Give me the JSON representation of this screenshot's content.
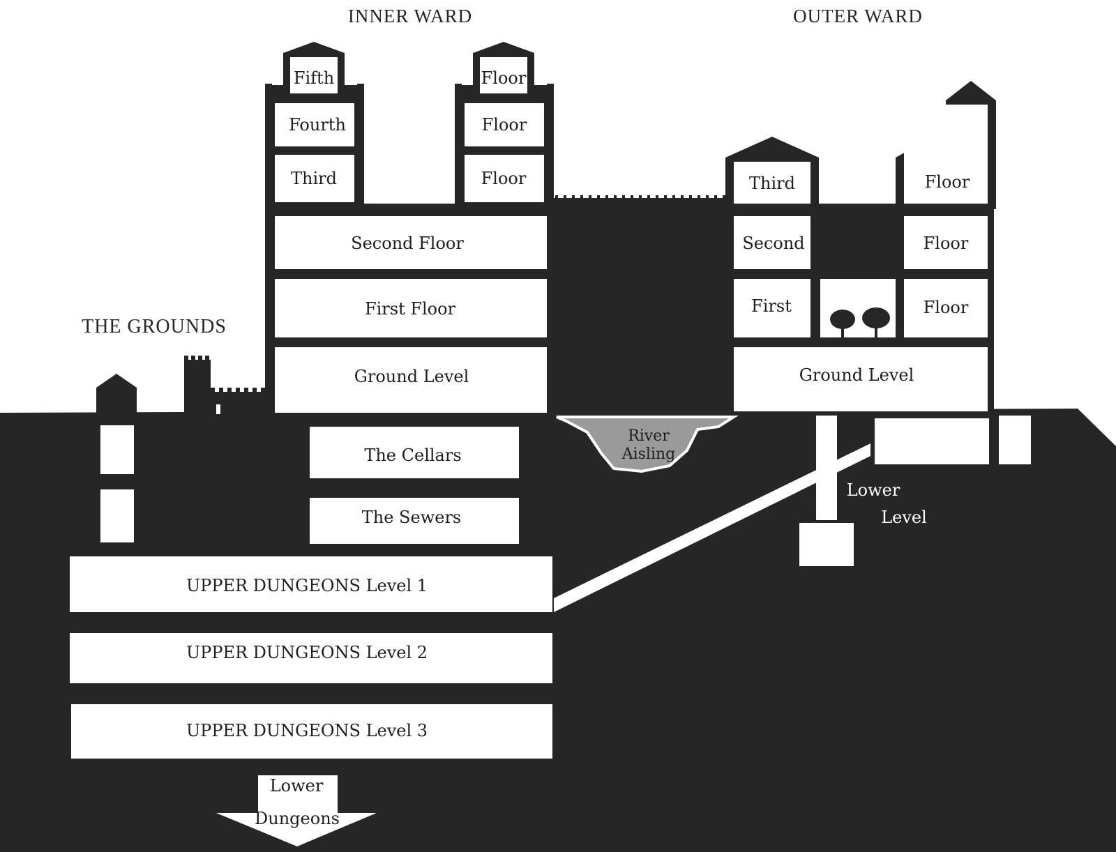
{
  "headings": {
    "inner_ward": "INNER WARD",
    "outer_ward": "OUTER WARD",
    "grounds": "THE GROUNDS"
  },
  "inner_ward": {
    "left_tower": {
      "fifth": "Fifth",
      "fourth": "Fourth",
      "third": "Third"
    },
    "right_tower": {
      "fifth": "Floor",
      "fourth": "Floor",
      "third": "Floor"
    },
    "second": "Second Floor",
    "first": "First Floor",
    "ground": "Ground Level",
    "cellars": "The Cellars",
    "sewers": "The Sewers"
  },
  "outer_ward": {
    "left_tower": {
      "third": "Third",
      "second": "Second",
      "first": "First"
    },
    "right_tower": {
      "third": "Floor",
      "second": "Floor",
      "first": "Floor"
    },
    "ground": "Ground Level",
    "lower_level_line1": "Lower",
    "lower_level_line2": "Level"
  },
  "river": {
    "line1": "River",
    "line2": "Aisling"
  },
  "dungeons": {
    "level1": "UPPER DUNGEONS Level 1",
    "level2": "UPPER DUNGEONS Level 2",
    "level3": "UPPER DUNGEONS Level 3",
    "lower_line1": "Lower",
    "lower_line2": "Dungeons"
  },
  "colors": {
    "mass": "#262626",
    "room": "#ffffff",
    "river": "#9a9a9a"
  }
}
